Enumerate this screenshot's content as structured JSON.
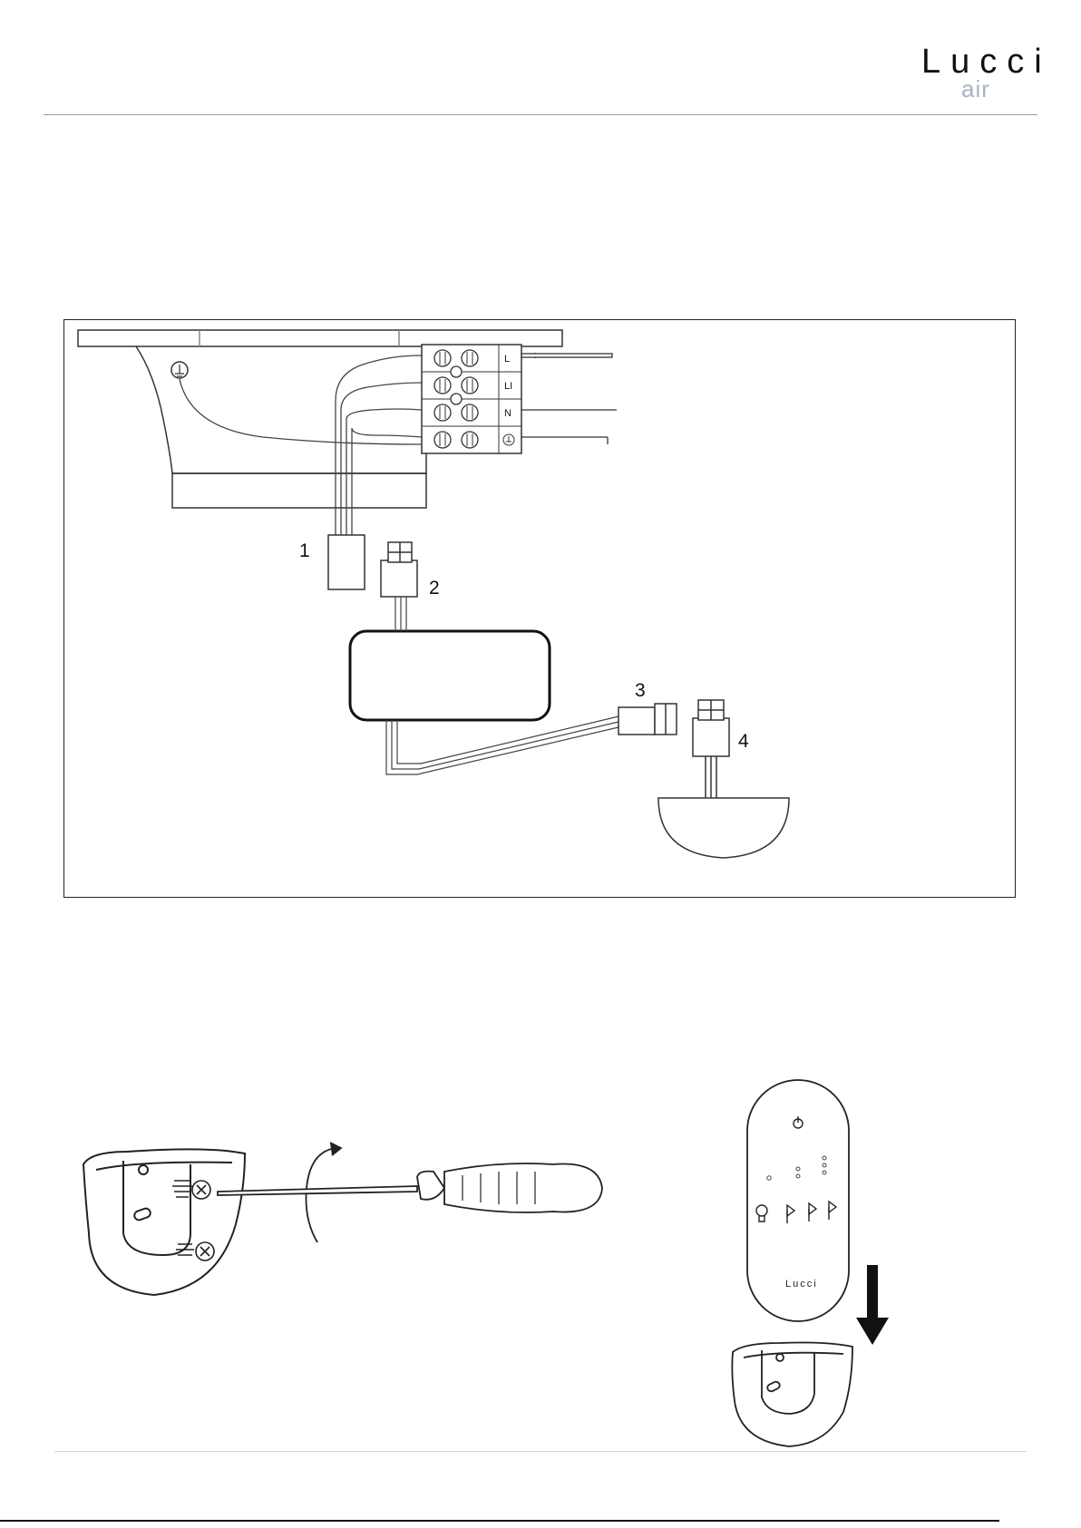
{
  "header": {
    "brand_name": "Lucci",
    "brand_sub": "air"
  },
  "wiring_diagram": {
    "terminal_labels": [
      "L",
      "LI",
      "N"
    ],
    "connector_numbers": [
      "1",
      "2",
      "3",
      "4"
    ]
  },
  "remote": {
    "logo_text": "Lucci"
  },
  "icons": {
    "earth": "earth-ground-icon",
    "power": "power-icon",
    "light": "light-bulb-icon",
    "fan_speed": "fan-speed-icon",
    "arrow": "down-arrow-icon"
  }
}
